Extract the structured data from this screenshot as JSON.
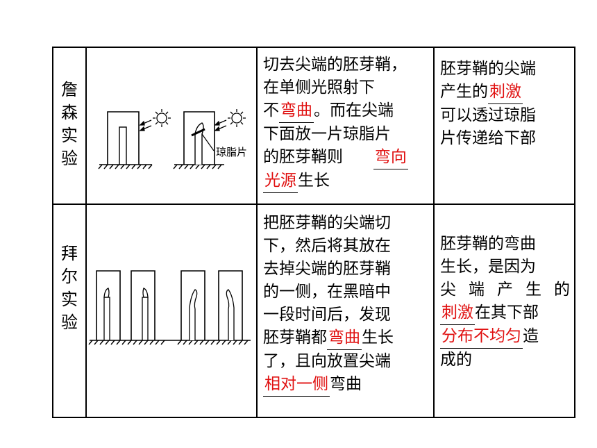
{
  "rows": [
    {
      "name_chars": [
        "詹",
        "森",
        "实",
        "验"
      ],
      "figure_label": "琼脂片",
      "desc": {
        "line1": "切去尖端的胚芽鞘，",
        "line2": "在单侧光照射下",
        "line3_pre": "不",
        "answer1": "弯曲",
        "line3_post": "。而在尖端",
        "line4": "下面放一片琼脂片",
        "line5_pre": "的胚芽鞘则",
        "answer2a": "弯向",
        "answer2b": "光源",
        "line6_post": "生长"
      },
      "concl": {
        "line1": "胚芽鞘的尖端",
        "line2_pre": "产生的",
        "answer": "刺激",
        "line3": "可以透过琼脂",
        "line4": "片传递给下部"
      }
    },
    {
      "name_chars": [
        "拜",
        "尔",
        "实",
        "验"
      ],
      "desc": {
        "line1": "把胚芽鞘的尖端切",
        "line2": "下，然后将其放在",
        "line3": "去掉尖端的胚芽鞘",
        "line4": "的一侧，在黑暗中",
        "line5": "一段时间后，发现",
        "line6_pre": "胚芽鞘都",
        "answer1": "弯曲",
        "line6_post": "生长",
        "line7": "了，且向放置尖端",
        "answer2": "相对一侧",
        "line8_post": "弯曲"
      },
      "concl": {
        "line1": "胚芽鞘的弯曲",
        "line2": "生长，是因为",
        "line3": "尖端产生的",
        "answer1": "刺激",
        "line4_post": "在其下部",
        "answer2": "分布不均匀",
        "line5_post": "造",
        "line6": "成的"
      }
    }
  ],
  "colors": {
    "answer": "#e01010",
    "border": "#000000"
  }
}
